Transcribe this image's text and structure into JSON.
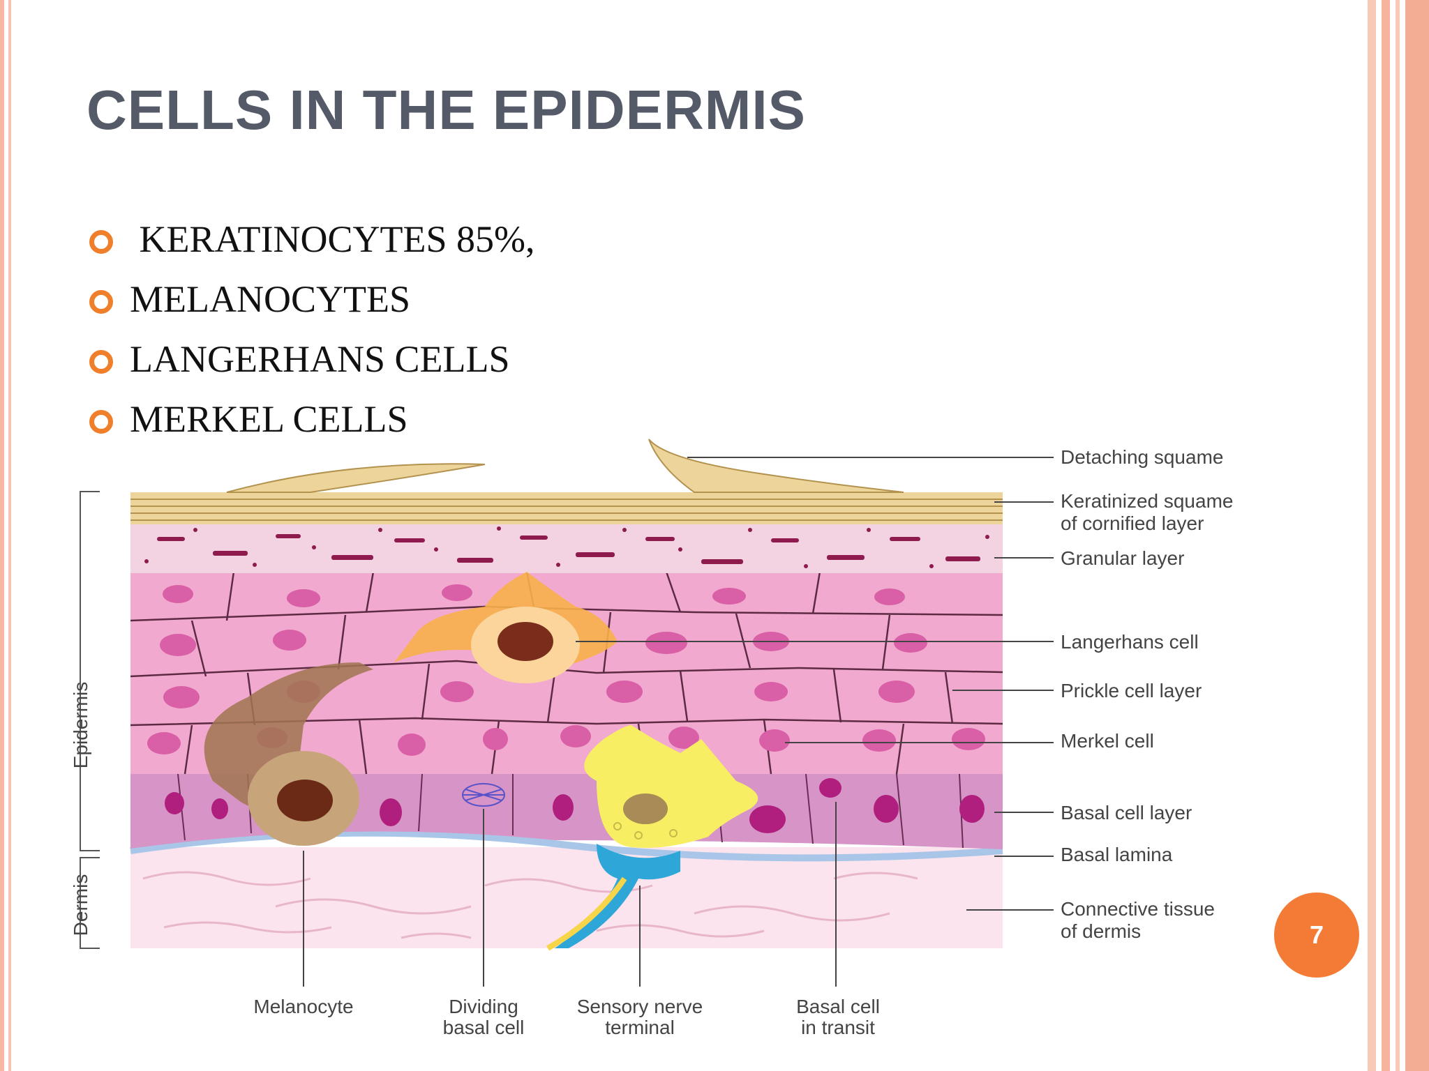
{
  "slide": {
    "title": "CELLS IN THE EPIDERMIS",
    "bullets": [
      " KERATINOCYTES 85%,",
      "MELANOCYTES",
      "LANGERHANS CELLS",
      "MERKEL CELLS"
    ],
    "page_number": "7"
  },
  "diagram": {
    "region_labels": {
      "epidermis": "Epidermis",
      "dermis": "Dermis"
    },
    "right_labels": {
      "detaching_squame": "Detaching squame",
      "keratinized_1": "Keratinized squame",
      "keratinized_2": "of cornified layer",
      "granular": "Granular layer",
      "langerhans": "Langerhans cell",
      "prickle": "Prickle cell layer",
      "merkel": "Merkel cell",
      "basal_layer": "Basal cell layer",
      "basal_lamina": "Basal lamina",
      "connective_1": "Connective tissue",
      "connective_2": "of dermis"
    },
    "bottom_labels": {
      "melanocyte": "Melanocyte",
      "dividing_1": "Dividing",
      "dividing_2": "basal cell",
      "sensory_1": "Sensory nerve",
      "sensory_2": "terminal",
      "transit_1": "Basal cell",
      "transit_2": "in transit"
    },
    "colors": {
      "cornified": "#ecd49a",
      "granular_bg": "#f3d3e1",
      "granular_dots": "#8e1a4e",
      "prickle_cell": "#f2a9cf",
      "prickle_nucleus": "#d95fa6",
      "basal_cell": "#d695c6",
      "basal_nucleus": "#b01f7d",
      "lamina": "#a9c6e8",
      "dermis": "#fbe4ee",
      "melanocyte": "#a07650",
      "langerhans": "#f7b04a",
      "merkel": "#f7ee63",
      "nerve": "#2fa6d8",
      "page_badge": "#f47b35",
      "bullet": "#f07f2c",
      "title": "#545a67"
    }
  }
}
